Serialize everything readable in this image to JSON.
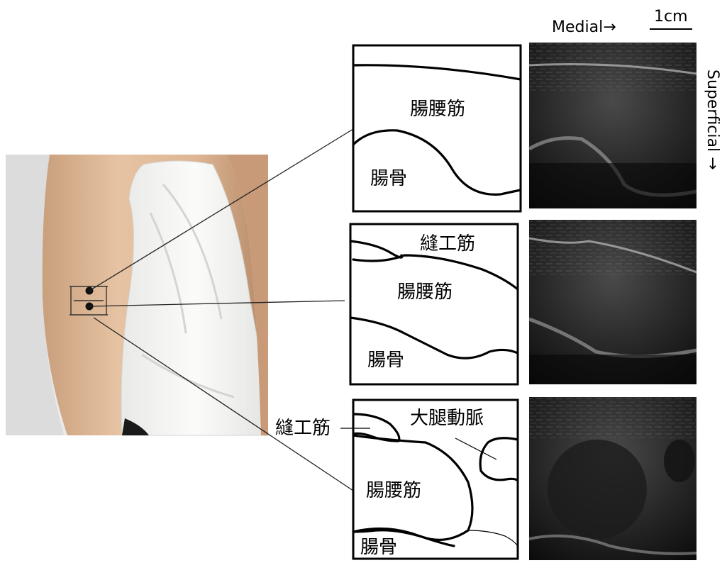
{
  "orientation": {
    "medial": "Medial→",
    "scale_bar": "1cm",
    "superficial": "Superficial →"
  },
  "photo": {
    "description_icon": "thigh-photo-with-probe-markers"
  },
  "panels": [
    {
      "labels": {
        "psoas": "腸腰筋",
        "ilium": "腸骨"
      }
    },
    {
      "labels": {
        "sartorius": "縫工筋",
        "psoas": "腸腰筋",
        "ilium": "腸骨"
      }
    },
    {
      "labels": {
        "sartorius": "縫工筋",
        "artery": "大腿動脈",
        "psoas": "腸腰筋",
        "ilium": "腸骨"
      }
    }
  ],
  "colors": {
    "skin": "#d8b08c",
    "towel": "#f3f3f1",
    "ultrasound_bg": "#1a1a1a"
  }
}
